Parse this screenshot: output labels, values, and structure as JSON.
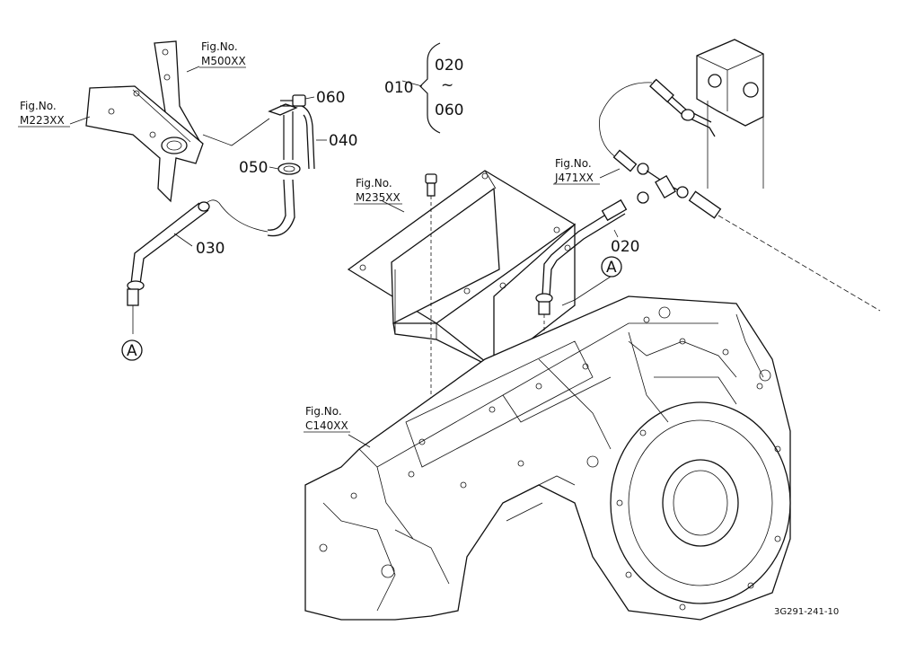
{
  "figure_refs": {
    "m500": {
      "line1": "Fig.No.",
      "line2": "M500XX"
    },
    "m223": {
      "line1": "Fig.No.",
      "line2": "M223XX"
    },
    "m235": {
      "line1": "Fig.No.",
      "line2": "M235XX"
    },
    "j471": {
      "line1": "Fig.No.",
      "line2": "J471XX"
    },
    "c140": {
      "line1": "Fig.No.",
      "line2": "C140XX"
    }
  },
  "part_labels": {
    "p010": "010",
    "p020_range": "020",
    "range_sep": "~",
    "p060_range": "060",
    "p060": "060",
    "p040": "040",
    "p050": "050",
    "p030": "030",
    "p020": "020"
  },
  "connectors": {
    "a_left": "A",
    "a_right": "A"
  },
  "footer": {
    "drawing_code": "3G291-241-10"
  }
}
